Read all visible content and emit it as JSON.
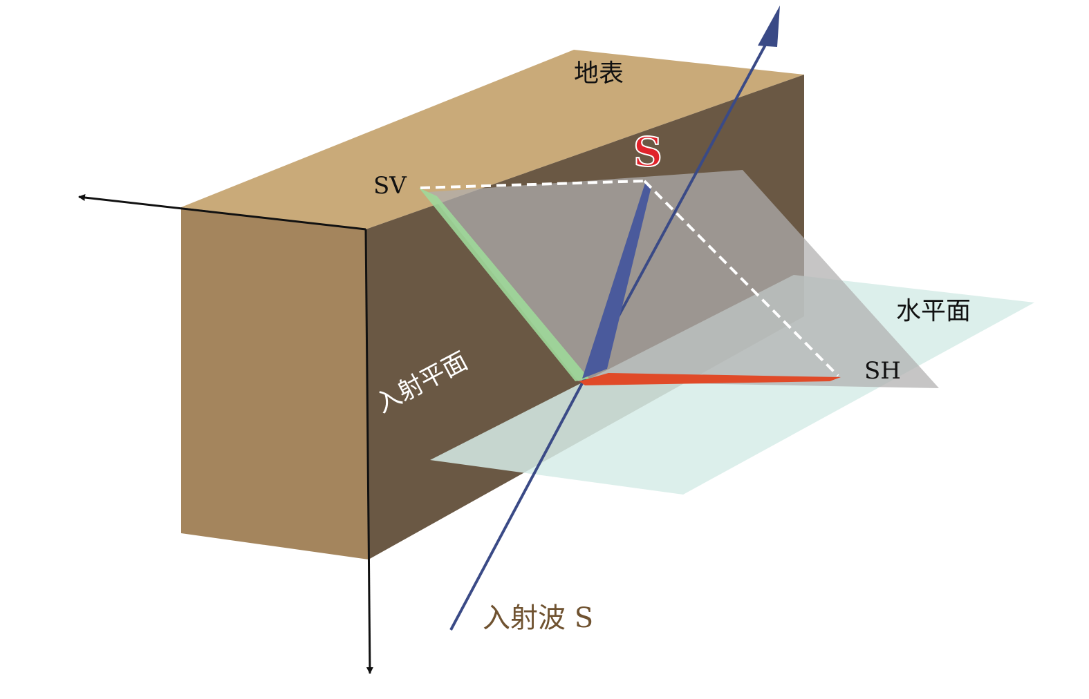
{
  "labels": {
    "surface": "地表",
    "s": "S",
    "sv": "SV",
    "sh": "SH",
    "horizontal_plane": "水平面",
    "incidence_plane": "入射平面",
    "incident_wave": "入射波 S"
  },
  "colors": {
    "block_top": "#c9aa79",
    "block_front": "#a4855d",
    "block_side": "#6a5844",
    "incidence_plane": "#b0afae",
    "horizontal_plane": "#d6ece7",
    "s_vector": "#4a5a9c",
    "sv_vector": "#9ed89a",
    "sh_vector": "#e04a28",
    "incident_ray": "#3a4a86",
    "s_label": "#e0232b",
    "incident_label": "#6f5230"
  }
}
